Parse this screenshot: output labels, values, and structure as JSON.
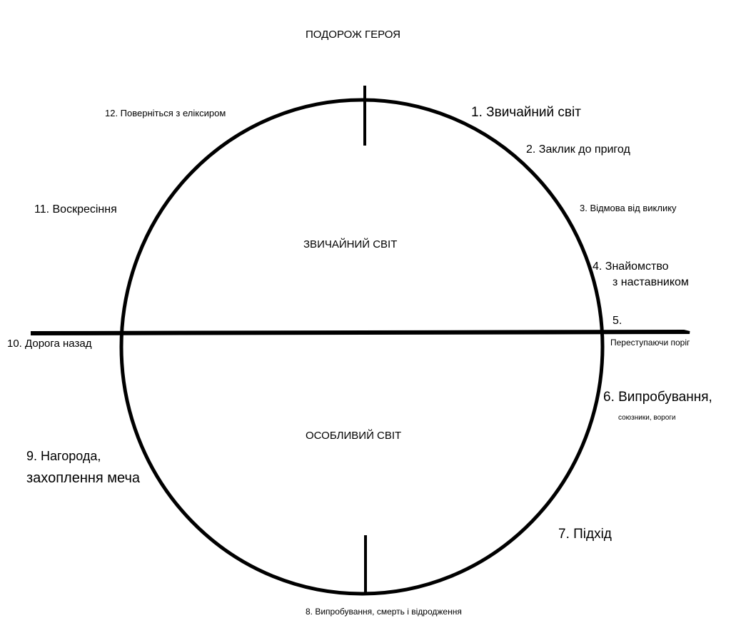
{
  "title": "ПОДОРОЖ ГЕРОЯ",
  "regions": {
    "ordinary": "ЗВИЧАЙНИЙ СВІТ",
    "special": "ОСОБЛИВИЙ СВІТ"
  },
  "stages": {
    "s1": "1. Звичайний світ",
    "s2": "2. Заклик до пригод",
    "s3": "3. Відмова від виклику",
    "s4a": "4. Знайомство",
    "s4b": "з наставником",
    "s5a": "5.",
    "s5b": "Переступаючи поріг",
    "s6a": "6. Випробування,",
    "s6b": "союзники, вороги",
    "s7": "7. Підхід",
    "s8": "8. Випробування, смерть і відродження",
    "s9a": "9. Нагорода,",
    "s9b": "захоплення меча",
    "s10": "10. Дорога назад",
    "s11": "11. Воскресіння",
    "s12": "12. Поверніться з еліксиром"
  }
}
